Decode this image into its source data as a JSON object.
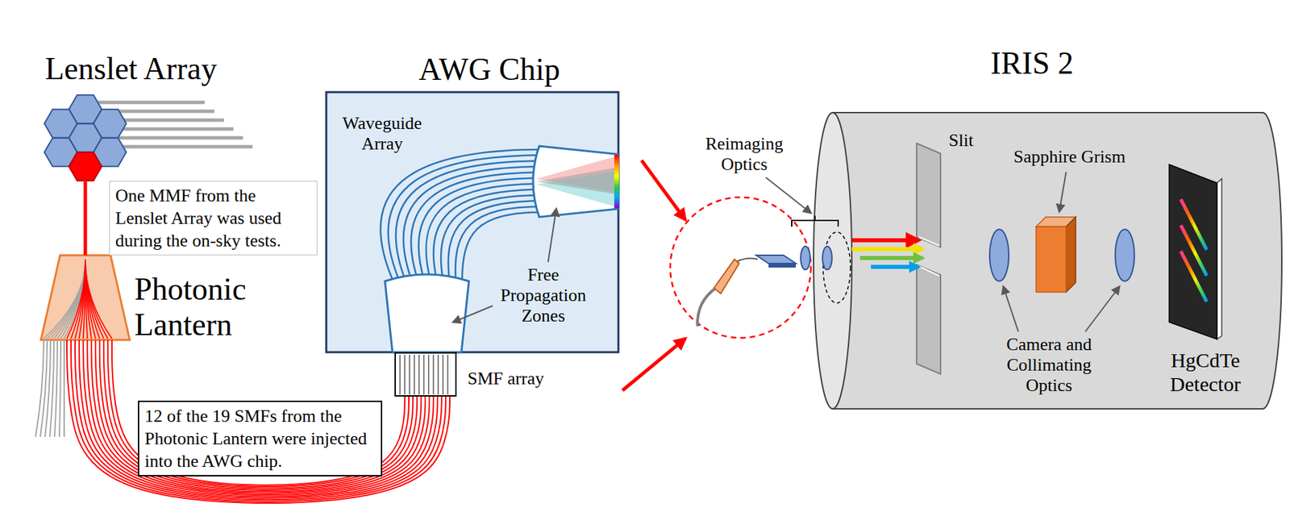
{
  "diagram": {
    "nodes": [
      {
        "text": [
          "Lenslet Array"
        ]
      },
      {
        "text": [
          "One MMF from the Lenslet Array was used during the on-sky tests."
        ]
      },
      {
        "text": [
          "Photonic Lantern"
        ]
      },
      {
        "text": [
          "12 of the 19 SMFs from the Photonic Lantern were injected into the AWG chip."
        ]
      },
      {
        "text": [
          "AWG Chip"
        ]
      },
      {
        "text": [
          "SMF array"
        ]
      },
      {
        "text": [
          "IRIS 2"
        ]
      },
      {
        "text": [
          "Slit"
        ],
        "in": 6
      },
      {
        "text": [
          "Sapphire Grism"
        ],
        "in": 6
      },
      {
        "text": [
          "HgCdTe Detector"
        ],
        "in": 6
      }
    ],
    "edges": [
      {
        "from": 0,
        "to": 2,
        "arrow": "none"
      },
      {
        "from": 2,
        "to": 5,
        "arrow": "none"
      }
    ],
    "labels": [
      "Waveguide Array",
      "Free Propagation Zones",
      "Reimaging Optics",
      "Camera and Collimating Optics"
    ]
  }
}
